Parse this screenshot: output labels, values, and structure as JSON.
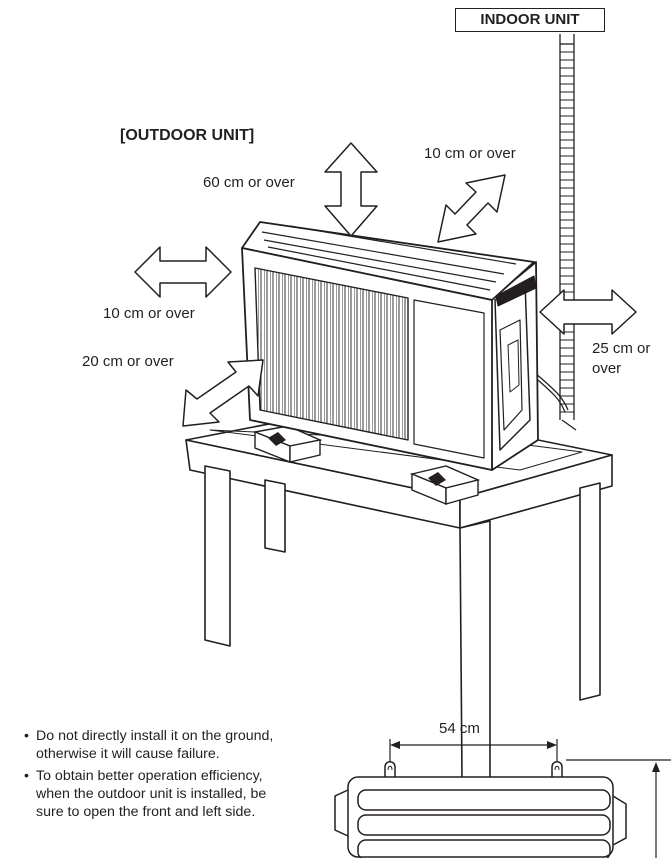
{
  "labels": {
    "indoor_unit": "INDOOR UNIT",
    "outdoor_unit": "[OUTDOOR UNIT]",
    "top_clearance": "60 cm or over",
    "rear_clearance": "10 cm or over",
    "left_clearance": "10 cm or over",
    "front_clearance": "20 cm or over",
    "right_clearance_line1": "25 cm or",
    "right_clearance_line2": "over",
    "mount_width": "54 cm"
  },
  "notes": [
    {
      "line1": "Do not directly install it on the ground,",
      "line2": "otherwise it will cause failure."
    },
    {
      "line1": "To obtain better operation efficiency,",
      "line2": "when the outdoor unit is installed, be",
      "line3": "sure to open the front and left side."
    }
  ]
}
